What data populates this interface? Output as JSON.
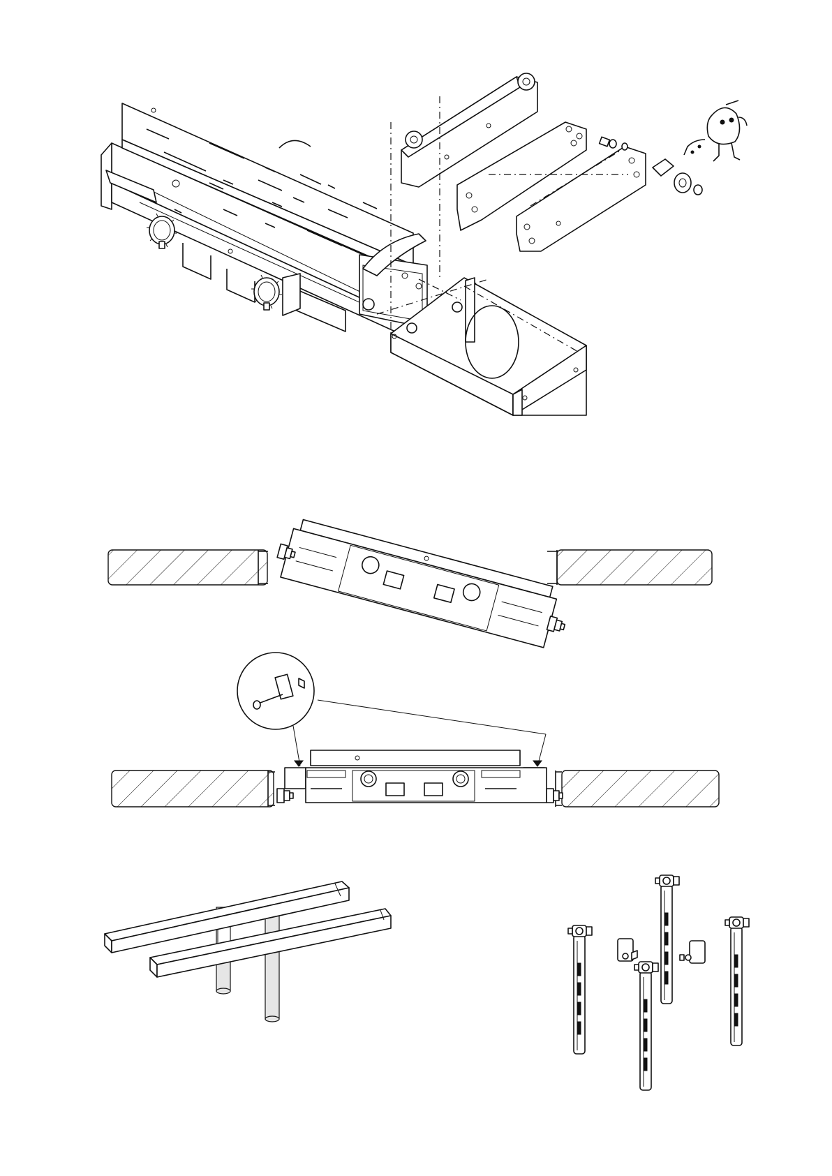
{
  "figures": [
    {
      "id": "exploded-assembly"
    },
    {
      "id": "wall-mount-install"
    },
    {
      "id": "bench-pole-mount"
    },
    {
      "id": "hanging-strap-kit"
    }
  ]
}
